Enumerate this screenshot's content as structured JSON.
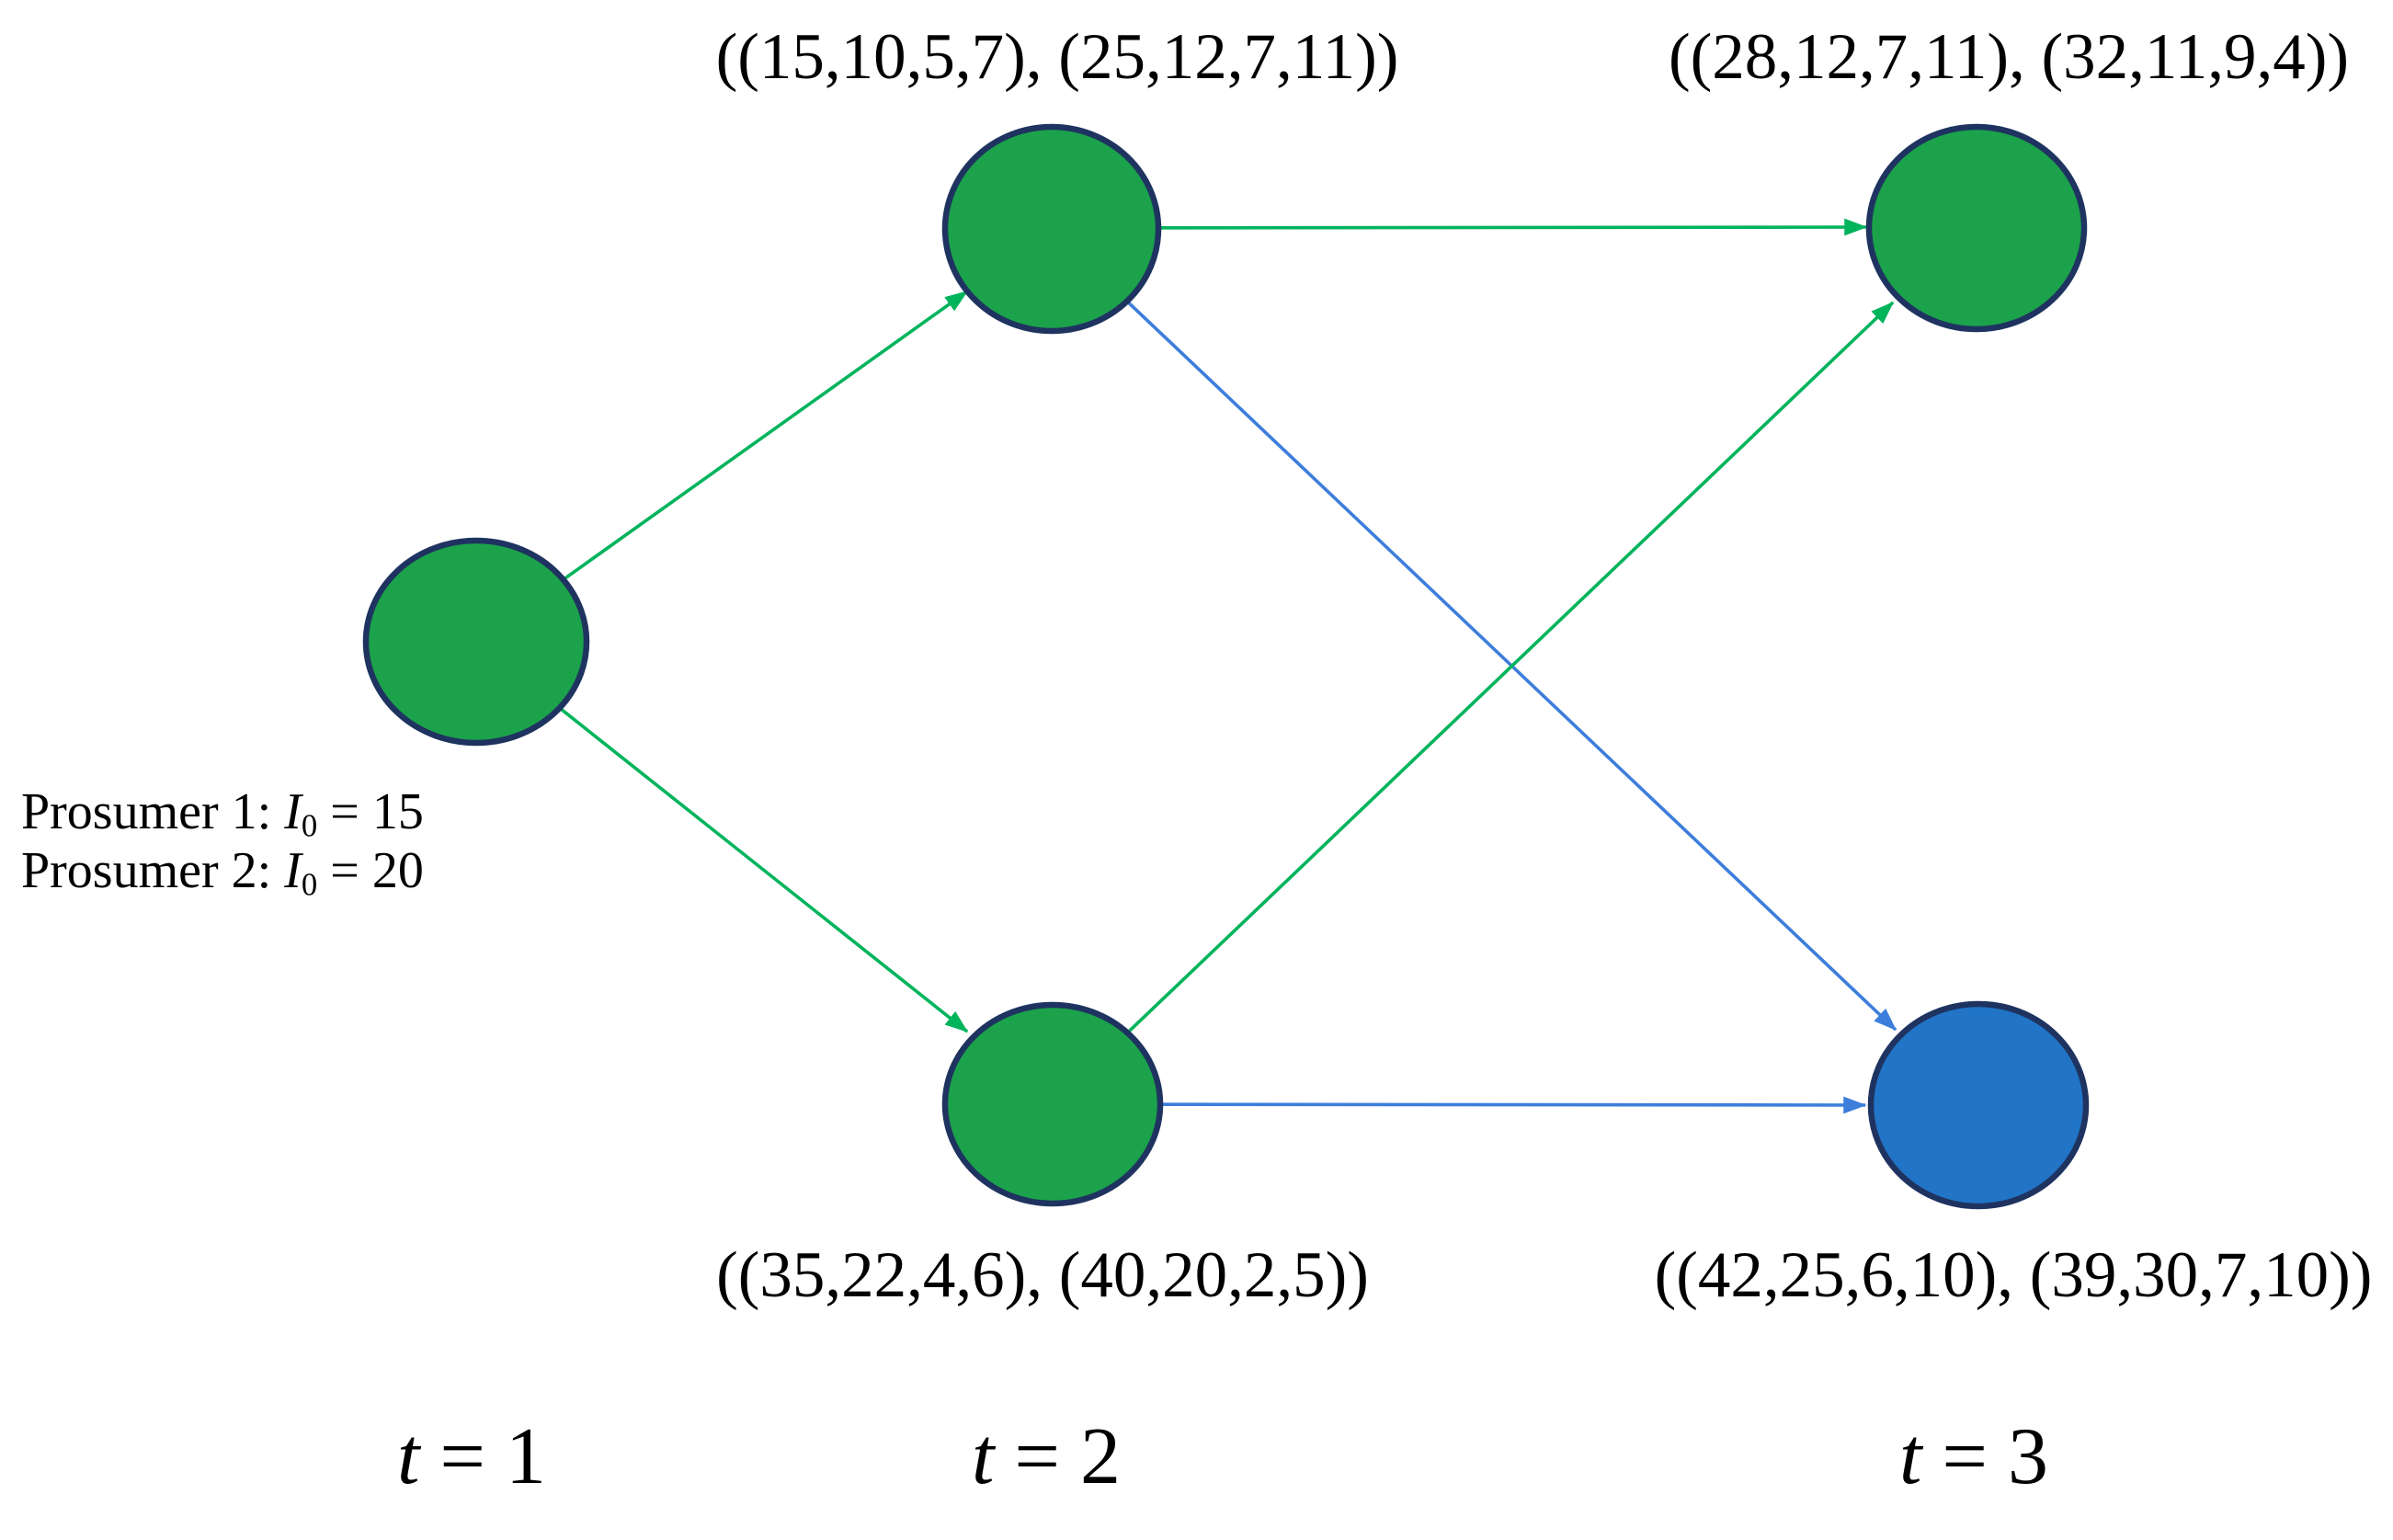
{
  "figure": {
    "type": "scenario-tree-diagram",
    "scenario_labels": {
      "t2_top": "((15,10,5,7), (25,12,7,11))",
      "t3_top": "((28,12,7,11), (32,11,9,4))",
      "t2_bottom": "((35,22,4,6), (40,20,2,5))",
      "t3_bottom": "((42,25,6,10), (39,30,7,10))"
    },
    "prosumer_note": {
      "line1": {
        "prefix": "Prosumer 1: ",
        "symbol": "I",
        "subscript": "0",
        "suffix": " = 15"
      },
      "line2": {
        "prefix": "Prosumer 2: ",
        "symbol": "I",
        "subscript": "0",
        "suffix": " = 20"
      }
    },
    "time_labels": {
      "t1": {
        "symbol": "t",
        "suffix": " = 1"
      },
      "t2": {
        "symbol": "t",
        "suffix": " = 2"
      },
      "t3": {
        "symbol": "t",
        "suffix": " = 3"
      }
    },
    "nodes": [
      {
        "id": "t1-root",
        "stage": "t = 1",
        "color": "green"
      },
      {
        "id": "t2-top",
        "stage": "t = 2",
        "color": "green",
        "label_ref": "t2_top"
      },
      {
        "id": "t2-bottom",
        "stage": "t = 2",
        "color": "green",
        "label_ref": "t2_bottom"
      },
      {
        "id": "t3-top",
        "stage": "t = 3",
        "color": "green",
        "label_ref": "t3_top"
      },
      {
        "id": "t3-bottom",
        "stage": "t = 3",
        "color": "blue",
        "label_ref": "t3_bottom"
      }
    ],
    "edges": [
      {
        "from": "t1-root",
        "to": "t2-top",
        "color": "green"
      },
      {
        "from": "t1-root",
        "to": "t2-bottom",
        "color": "green"
      },
      {
        "from": "t2-top",
        "to": "t3-top",
        "color": "green"
      },
      {
        "from": "t2-top",
        "to": "t3-bottom",
        "color": "blue"
      },
      {
        "from": "t2-bottom",
        "to": "t3-top",
        "color": "green"
      },
      {
        "from": "t2-bottom",
        "to": "t3-bottom",
        "color": "blue"
      }
    ]
  },
  "colors": {
    "node_green": "#1ba24b",
    "node_blue": "#2174c6",
    "edge_green": "#00b45c",
    "edge_blue": "#3d7edc",
    "node_border": "#1f3360",
    "text": "#000000",
    "background": "#ffffff"
  }
}
